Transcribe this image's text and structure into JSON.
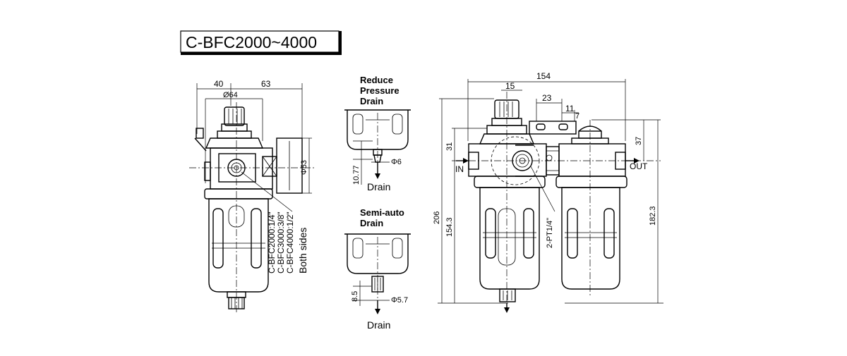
{
  "title": "C-BFC2000~4000",
  "left_view": {
    "dim_width_left": "40",
    "dim_width_right": "63",
    "dim_phi64": "Ø64",
    "dim_phi53": "Φ53",
    "port_notes": [
      "C-BFC2000:1/4\"",
      "C-BFC3000:3/8\"",
      "C-BFC4000:1/2\""
    ],
    "both_sides": "Both sides"
  },
  "drain_top": {
    "title_lines": [
      "Reduce",
      "Pressure",
      "Drain"
    ],
    "dim_phi": "Φ6",
    "dim_height": "10.77",
    "label": "Drain"
  },
  "drain_bottom": {
    "title_lines": [
      "Semi-auto",
      "Drain"
    ],
    "dim_phi": "Φ5.7",
    "dim_height": "8.5",
    "label": "Drain"
  },
  "right_view": {
    "dim_total_width": "154",
    "dim_15": "15",
    "dim_23": "23",
    "dim_11": "11",
    "dim_31": "31",
    "dim_37": "37",
    "dim_206": "206",
    "dim_154_3": "154.3",
    "dim_182_3": "182.3",
    "gauge_port": "2-PT1/4\"",
    "in_label": "IN",
    "out_label": "OUT"
  }
}
